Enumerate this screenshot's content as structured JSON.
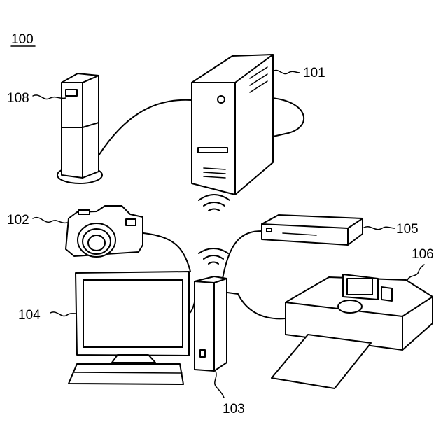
{
  "figure": {
    "label": "100",
    "refs": {
      "server": "101",
      "camera": "102",
      "pc": "103",
      "monitor": "104",
      "recorder": "105",
      "printer": "106",
      "router": "108"
    }
  }
}
